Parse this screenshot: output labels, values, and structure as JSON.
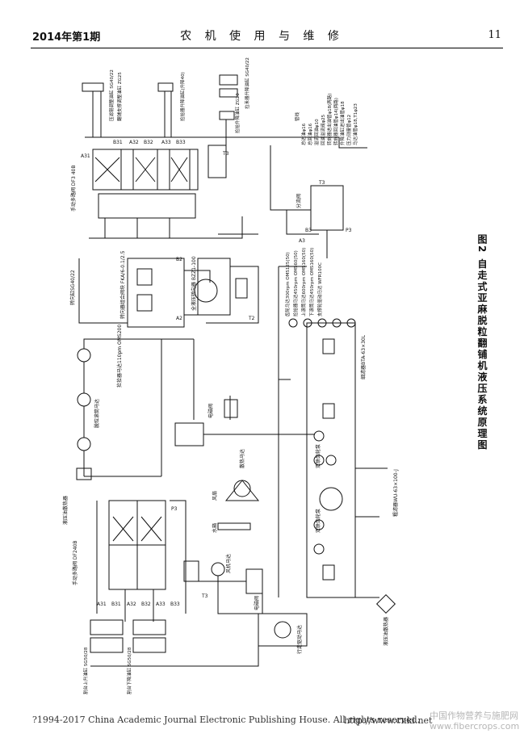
{
  "header": {
    "issue": "2014年第1期",
    "journal": "农 机 使 用 与 维 修",
    "page": "11"
  },
  "figure": {
    "caption": "图2 自走式亚麻脱粒翻铺机液压系统原理图",
    "labels": {
      "valve_top": "手动多路阀 DF3 40B",
      "valve_bottom": "手动多路阀 DF240B",
      "steer": "转向缸SG40/22",
      "steer_unit": "转向器组合阀块 FKA/6-0.1/2.5",
      "full_hyd": "全液压转向器 BZZ1-100",
      "split": "分流阀",
      "motor1": "捡拾器马达110pm OMS200",
      "motor2": "脱粒滚筒马达",
      "elec_valve": "电磁阀",
      "elec_valve2": "电磁阀",
      "fan": "风扇",
      "water_tank": "水箱",
      "fan_motor": "散热马达",
      "fan_motor2": "风机马达",
      "pump": "双联齿轮泵",
      "pump2": "双联齿轮泵",
      "main_pump": "行走驱动马达",
      "fine_filter": "细滤器BTA-63×30L",
      "coarse_filter": "粗滤器WU-63×100-J",
      "radiator": "液压油散热器",
      "relief": "液压油散热器",
      "motor_list": [
        "齿轮马达300rpm OMS125(50)",
        "捡拾器马达450rpm OMS60(50)",
        "上滚筒马达600rpm OMS160(50)",
        "下滚筒马达450rpm OMS160(50)",
        "支撑轮驱动马达 WFR100C"
      ],
      "legend_title": "管线",
      "legend": [
        "总进油φ16",
        "总回油φ16",
        "溢流回油φ10",
        "回油溢流阀φ25",
        "转向器进出油管φ18(两路)",
        "转向器回油管φ14(两路)",
        "升降油缸进出油管φ18",
        "压力测量管φ12",
        "马达油管φ18,T1φ23"
      ],
      "cyl_top": [
        "压滤辊调整油缸 SG40/22",
        "翻铺支撑调整油缸 ZG25",
        "捡拾器升降油缸(升降40)",
        "拉禾器升降油缸 SG40/22",
        "捡拾升降油缸 ZG20"
      ],
      "cyl_bottom": [
        "割台上升油缸 SG50/28",
        "割台下降油缸 SG50/28"
      ],
      "ports": [
        "A31",
        "B31",
        "A32",
        "B32",
        "A33",
        "B33",
        "T3",
        "B2",
        "A2",
        "T2",
        "B3",
        "A3",
        "P3",
        "T3",
        "P3",
        "A31",
        "B31",
        "A32",
        "B32",
        "A33",
        "B33",
        "T3"
      ]
    }
  },
  "footer": {
    "copyright": "?1994-2017 China Academic Journal Electronic Publishing House. All rights reserved.",
    "url": "http://www.cnki.net",
    "watermark_line1": "中国作物营养与施肥网",
    "watermark_line2": "www.fibercrops.com"
  }
}
